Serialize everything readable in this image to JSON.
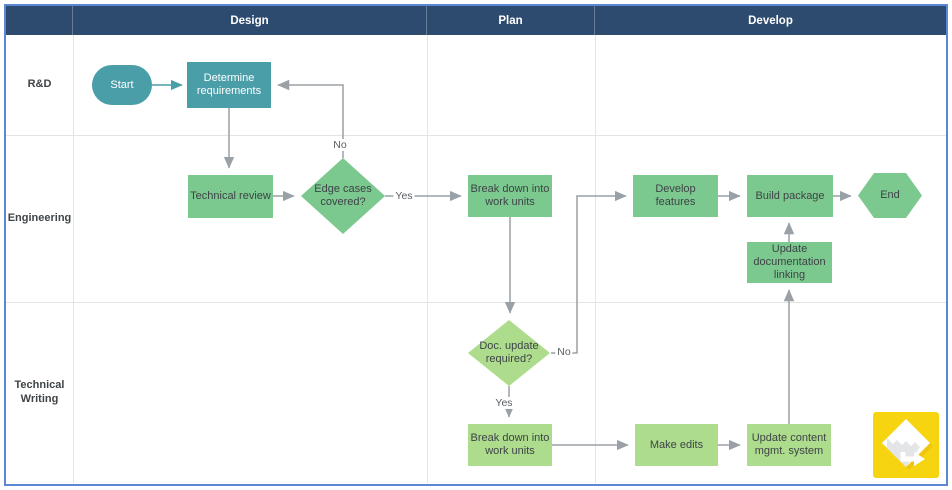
{
  "header": {
    "phases": [
      {
        "label": "Design"
      },
      {
        "label": "Plan"
      },
      {
        "label": "Develop"
      }
    ]
  },
  "lanes": [
    {
      "label": "R&D"
    },
    {
      "label": "Engineering"
    },
    {
      "label": "Technical Writing"
    }
  ],
  "nodes": {
    "start": {
      "label": "Start",
      "type": "terminator"
    },
    "determine_requirements": {
      "label": "Determine requirements",
      "type": "process"
    },
    "technical_review": {
      "label": "Technical review",
      "type": "process"
    },
    "edge_cases": {
      "label": "Edge cases covered?",
      "type": "decision"
    },
    "break_down_eng": {
      "label": "Break down into work units",
      "type": "process"
    },
    "develop_features": {
      "label": "Develop features",
      "type": "process"
    },
    "build_package": {
      "label": "Build package",
      "type": "process"
    },
    "end": {
      "label": "End",
      "type": "terminator"
    },
    "update_doc_linking": {
      "label": "Update documentation linking",
      "type": "process"
    },
    "doc_update_required": {
      "label": "Doc. update required?",
      "type": "decision"
    },
    "break_down_tw": {
      "label": "Break down into work units",
      "type": "process"
    },
    "make_edits": {
      "label": "Make edits",
      "type": "process"
    },
    "update_content": {
      "label": "Update content mgmt. system",
      "type": "process"
    }
  },
  "edge_labels": {
    "edge_cases_no": "No",
    "edge_cases_yes": "Yes",
    "doc_update_no": "No",
    "doc_update_yes": "Yes"
  },
  "icons": {
    "watermark": "yellow-document-arrow-logo"
  },
  "colors": {
    "header_navy": "#2d4b6e",
    "teal": "#4a9ea8",
    "green": "#7cc98f",
    "light_green": "#addc8d",
    "arrow_gray": "#9aa1a6",
    "frame_border": "#5b87d7",
    "logo_yellow": "#f6d410"
  }
}
